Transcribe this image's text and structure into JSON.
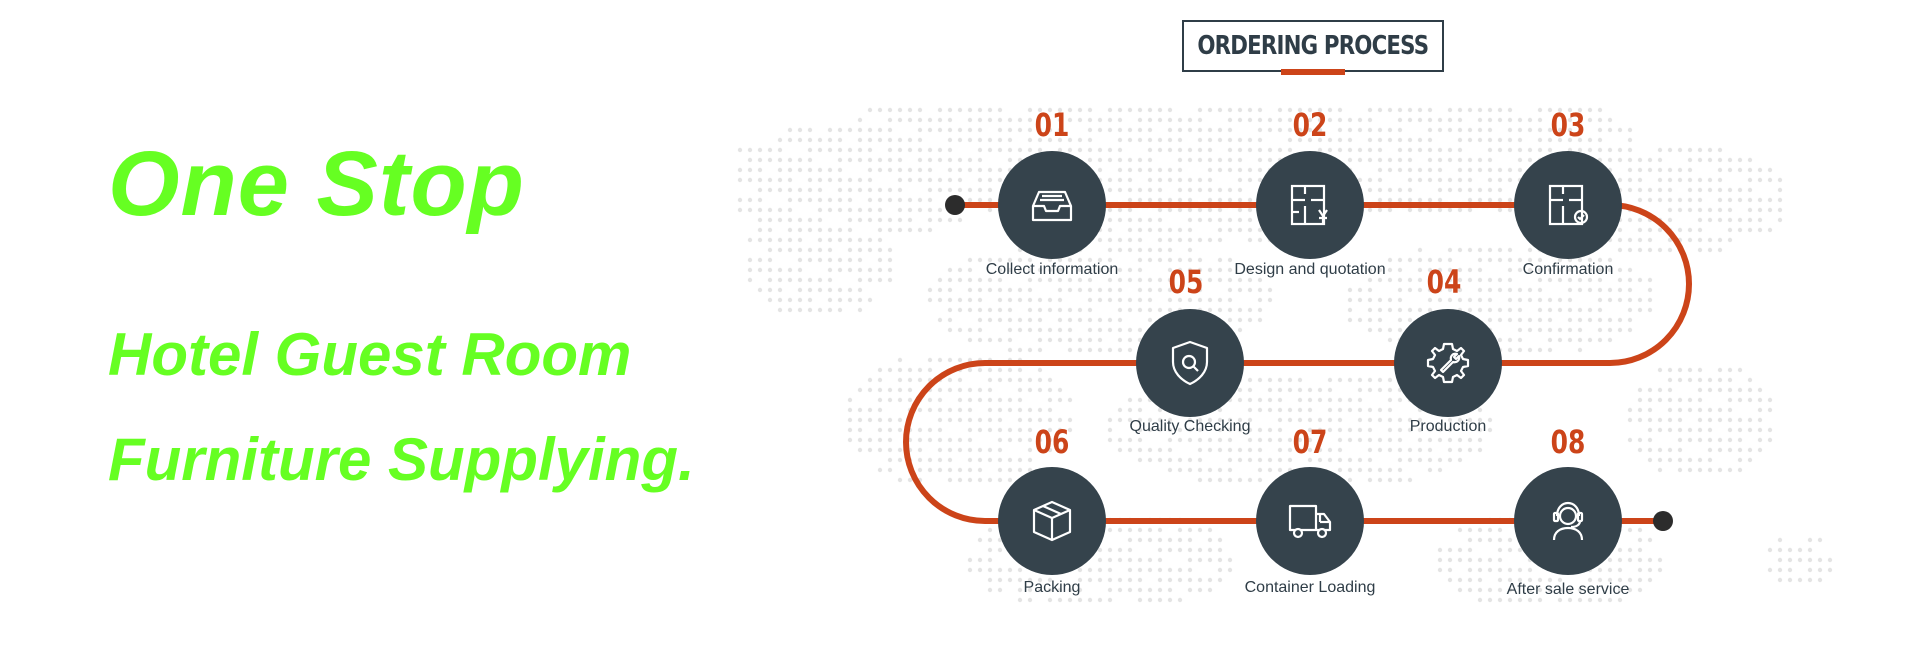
{
  "headline": {
    "line1": "One Stop",
    "line2": "Hotel Guest Room",
    "line3": "Furniture Supplying."
  },
  "process": {
    "title": "ORDERING PROCESS",
    "steps": [
      {
        "num": "01",
        "label": "Collect information",
        "icon": "inbox-tray-icon"
      },
      {
        "num": "02",
        "label": "Design and quotation",
        "icon": "floorplan-yen-icon"
      },
      {
        "num": "03",
        "label": "Confirmation",
        "icon": "floorplan-check-icon"
      },
      {
        "num": "04",
        "label": "Production",
        "icon": "gear-wrench-icon"
      },
      {
        "num": "05",
        "label": "Quality Checking",
        "icon": "shield-search-icon"
      },
      {
        "num": "06",
        "label": "Packing",
        "icon": "box-icon"
      },
      {
        "num": "07",
        "label": "Container Loading",
        "icon": "truck-icon"
      },
      {
        "num": "08",
        "label": "After sale service",
        "icon": "headset-agent-icon"
      }
    ]
  },
  "colors": {
    "accent_green": "#66ff22",
    "accent_orange": "#cc4419",
    "node_dark": "#35434c",
    "map_dots": "#e4e4e4"
  }
}
